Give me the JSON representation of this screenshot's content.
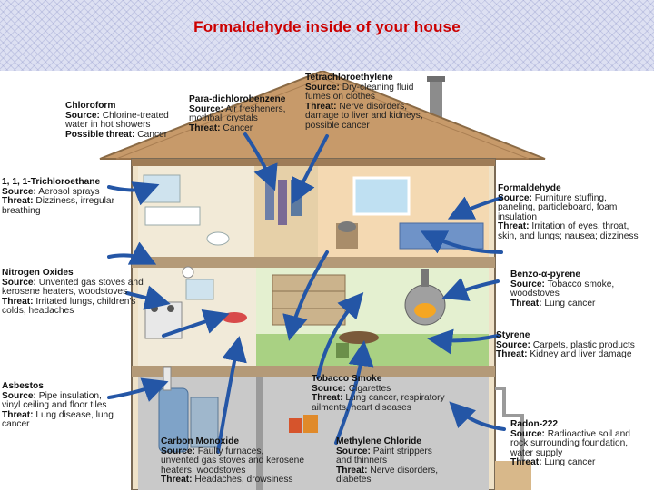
{
  "title": "Formaldehyde inside of your house",
  "labels": {
    "tetrachloroethylene": {
      "name": "Tetrachloroethylene",
      "lines": [
        {
          "k": "Source:",
          "v": " Dry-cleaning fluid"
        },
        {
          "k": "",
          "v": "fumes on clothes"
        },
        {
          "k": "Threat:",
          "v": " Nerve disorders,"
        },
        {
          "k": "",
          "v": "damage to liver and kidneys,"
        },
        {
          "k": "",
          "v": "possible cancer"
        }
      ]
    },
    "paradichlorobenzene": {
      "name": "Para-dichlorobenzene",
      "lines": [
        {
          "k": "Source:",
          "v": " Air fresheners,"
        },
        {
          "k": "",
          "v": "mothball crystals"
        },
        {
          "k": "Threat:",
          "v": " Cancer"
        }
      ]
    },
    "chloroform": {
      "name": "Chloroform",
      "lines": [
        {
          "k": "Source:",
          "v": " Chlorine-treated"
        },
        {
          "k": "",
          "v": "water in hot showers"
        },
        {
          "k": "Possible threat:",
          "v": " Cancer"
        }
      ]
    },
    "trichloroethane": {
      "name": "1, 1, 1-Trichloroethane",
      "lines": [
        {
          "k": "Source:",
          "v": " Aerosol sprays"
        },
        {
          "k": "Threat:",
          "v": " Dizziness, irregular"
        },
        {
          "k": "",
          "v": "breathing"
        }
      ]
    },
    "formaldehyde": {
      "name": "Formaldehyde",
      "lines": [
        {
          "k": "Source:",
          "v": " Furniture stuffing,"
        },
        {
          "k": "",
          "v": "paneling, particleboard, foam"
        },
        {
          "k": "",
          "v": "insulation"
        },
        {
          "k": "Threat:",
          "v": " Irritation of eyes, throat,"
        },
        {
          "k": "",
          "v": "skin, and lungs; nausea; dizziness"
        }
      ]
    },
    "nitrogen_oxides": {
      "name": "Nitrogen Oxides",
      "lines": [
        {
          "k": "Source:",
          "v": " Unvented gas stoves and"
        },
        {
          "k": "",
          "v": "kerosene heaters, woodstoves"
        },
        {
          "k": "Threat:",
          "v": " Irritated lungs, children's"
        },
        {
          "k": "",
          "v": "colds, headaches"
        }
      ]
    },
    "benzo_pyrene": {
      "name": "Benzo-α-pyrene",
      "lines": [
        {
          "k": "Source:",
          "v": " Tobacco smoke,"
        },
        {
          "k": "",
          "v": "woodstoves"
        },
        {
          "k": "Threat:",
          "v": " Lung cancer"
        }
      ]
    },
    "styrene": {
      "name": "Styrene",
      "lines": [
        {
          "k": "Source:",
          "v": " Carpets, plastic products"
        },
        {
          "k": "Threat:",
          "v": " Kidney and liver damage"
        }
      ]
    },
    "asbestos": {
      "name": "Asbestos",
      "lines": [
        {
          "k": "Source:",
          "v": " Pipe insulation,"
        },
        {
          "k": "",
          "v": "vinyl ceiling and floor tiles"
        },
        {
          "k": "Threat:",
          "v": " Lung disease, lung"
        },
        {
          "k": "",
          "v": "cancer"
        }
      ]
    },
    "tobacco_smoke": {
      "name": "Tobacco Smoke",
      "lines": [
        {
          "k": "Source:",
          "v": " Cigarettes"
        },
        {
          "k": "Threat:",
          "v": " Lung cancer, respiratory"
        },
        {
          "k": "",
          "v": "ailments, heart diseases"
        }
      ]
    },
    "carbon_monoxide": {
      "name": "Carbon Monoxide",
      "lines": [
        {
          "k": "Source:",
          "v": " Faulty furnaces,"
        },
        {
          "k": "",
          "v": "unvented gas stoves and kerosene"
        },
        {
          "k": "",
          "v": "heaters, woodstoves"
        },
        {
          "k": "Threat:",
          "v": " Headaches, drowsiness"
        }
      ]
    },
    "methylene_chloride": {
      "name": "Methylene Chloride",
      "lines": [
        {
          "k": "Source:",
          "v": " Paint strippers"
        },
        {
          "k": "",
          "v": "and thinners"
        },
        {
          "k": "Threat:",
          "v": " Nerve disorders,"
        },
        {
          "k": "",
          "v": "diabetes"
        }
      ]
    },
    "radon": {
      "name": "Radon-222",
      "lines": [
        {
          "k": "Source:",
          "v": " Radioactive soil and"
        },
        {
          "k": "",
          "v": "rock surrounding foundation,"
        },
        {
          "k": "",
          "v": "water supply"
        },
        {
          "k": "Threat:",
          "v": " Lung cancer"
        }
      ]
    }
  },
  "colors": {
    "title": "#cc0000",
    "arrow": "#2456a6",
    "roof": "#c79a6a",
    "wall": "#efe2c8",
    "floor": "#a9d183",
    "basement": "#b8b8b8"
  }
}
